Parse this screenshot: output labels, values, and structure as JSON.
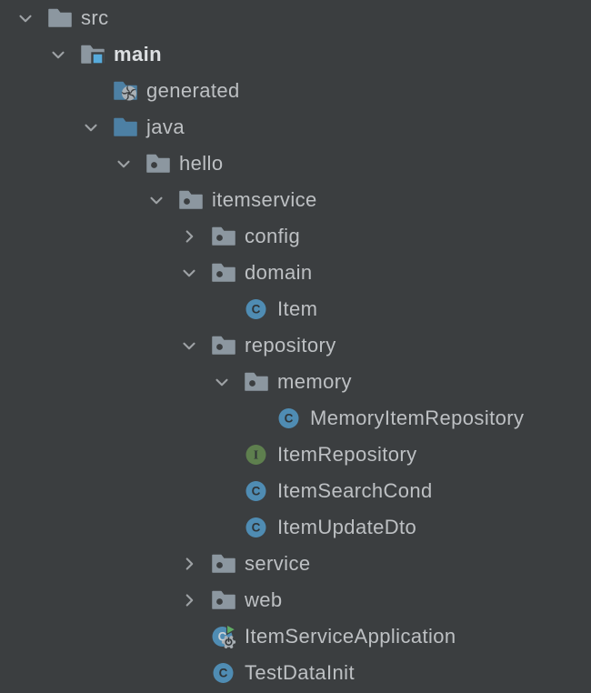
{
  "window": {
    "title": "Project tree panel"
  },
  "colors": {
    "background": "#3b3e40",
    "text": "#bdc0c3",
    "text_bold": "#dde0e3",
    "chevron": "#9ea2a5",
    "folder_gray": "#8c97a0",
    "folder_blue": "#4d80a4",
    "class_blue": "#4f8cb3",
    "interface_green": "#5e7f4e",
    "glyph_dark": "#2f3437",
    "glyph_light": "#ccd2d6",
    "sources_square_blue": "#57abdc",
    "run_green": "#60ad64",
    "gear_gray": "#aab0b5"
  },
  "tree": {
    "items": [
      {
        "label": "src",
        "level": 0,
        "expanded": true,
        "icon": "folder",
        "bold": false
      },
      {
        "label": "main",
        "level": 1,
        "expanded": true,
        "icon": "sources-root",
        "bold": true
      },
      {
        "label": "generated",
        "level": 2,
        "expanded": null,
        "icon": "generated-folder",
        "bold": false
      },
      {
        "label": "java",
        "level": 2,
        "expanded": true,
        "icon": "sources-folder",
        "bold": false
      },
      {
        "label": "hello",
        "level": 3,
        "expanded": true,
        "icon": "package",
        "bold": false
      },
      {
        "label": "itemservice",
        "level": 4,
        "expanded": true,
        "icon": "package",
        "bold": false
      },
      {
        "label": "config",
        "level": 5,
        "expanded": false,
        "icon": "package",
        "bold": false
      },
      {
        "label": "domain",
        "level": 5,
        "expanded": true,
        "icon": "package",
        "bold": false
      },
      {
        "label": "Item",
        "level": 6,
        "expanded": null,
        "icon": "class",
        "bold": false
      },
      {
        "label": "repository",
        "level": 5,
        "expanded": true,
        "icon": "package",
        "bold": false
      },
      {
        "label": "memory",
        "level": 6,
        "expanded": true,
        "icon": "package",
        "bold": false
      },
      {
        "label": "MemoryItemRepository",
        "level": 7,
        "expanded": null,
        "icon": "class",
        "bold": false
      },
      {
        "label": "ItemRepository",
        "level": 6,
        "expanded": null,
        "icon": "interface",
        "bold": false
      },
      {
        "label": "ItemSearchCond",
        "level": 6,
        "expanded": null,
        "icon": "class",
        "bold": false
      },
      {
        "label": "ItemUpdateDto",
        "level": 6,
        "expanded": null,
        "icon": "class",
        "bold": false
      },
      {
        "label": "service",
        "level": 5,
        "expanded": false,
        "icon": "package",
        "bold": false
      },
      {
        "label": "web",
        "level": 5,
        "expanded": false,
        "icon": "package",
        "bold": false
      },
      {
        "label": "ItemServiceApplication",
        "level": 5,
        "expanded": null,
        "icon": "runnable-class",
        "bold": false
      },
      {
        "label": "TestDataInit",
        "level": 5,
        "expanded": null,
        "icon": "class",
        "bold": false
      }
    ]
  }
}
